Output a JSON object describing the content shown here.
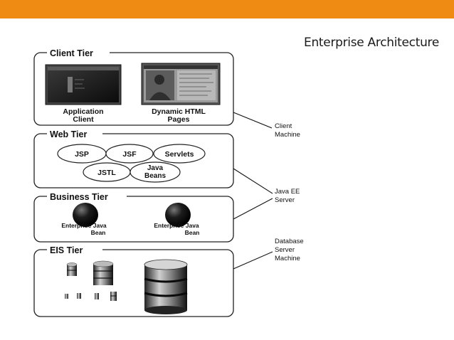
{
  "title": "Enterprise Architecture",
  "accent_color": "#ef8a12",
  "tiers": {
    "client": {
      "name": "Client Tier",
      "items": [
        "Application",
        "Client",
        "Dynamic HTML",
        "Pages"
      ]
    },
    "web": {
      "name": "Web Tier",
      "components": [
        "JSP",
        "JSF",
        "Servlets",
        "JSTL",
        "Java",
        "Beans"
      ]
    },
    "business": {
      "name": "Business Tier",
      "bean_label": [
        "Enterprise Java",
        "Bean"
      ]
    },
    "eis": {
      "name": "EIS Tier"
    }
  },
  "machines": {
    "client": [
      "Client",
      "Machine"
    ],
    "server": [
      "Java EE",
      "Server"
    ],
    "database": [
      "Database",
      "Server",
      "Machine"
    ]
  },
  "icons": [
    "application-window-icon",
    "browser-page-icon",
    "enterprise-bean-icon",
    "database-cylinder-icon"
  ]
}
